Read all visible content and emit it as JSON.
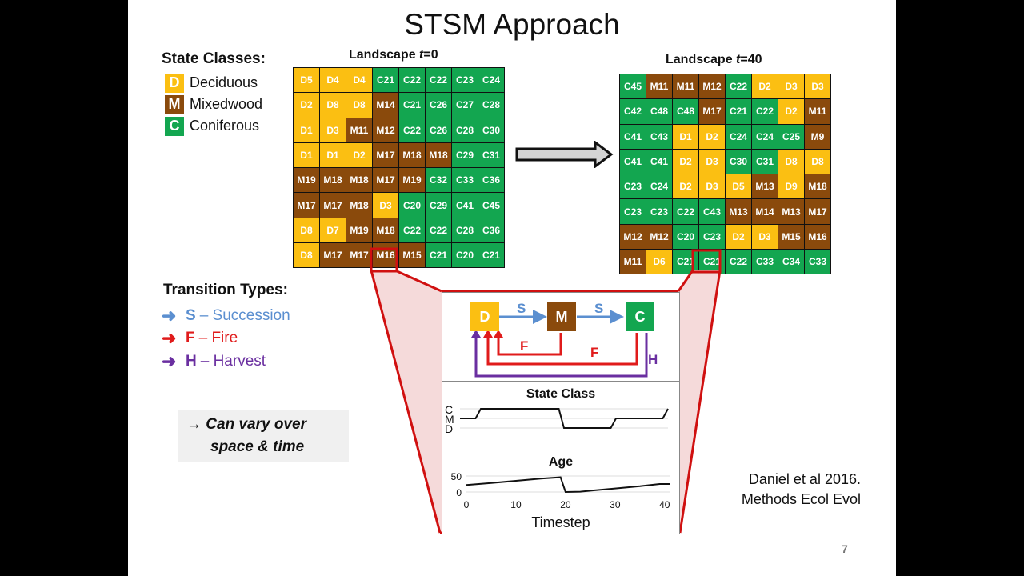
{
  "slide": {
    "title": "STSM Approach",
    "page_number": "7",
    "citation": [
      "Daniel et al 2016.",
      "Methods Ecol Evol"
    ]
  },
  "state_classes": {
    "heading": "State Classes:",
    "items": [
      {
        "code": "D",
        "label": "Deciduous",
        "color": "#fbbf12"
      },
      {
        "code": "M",
        "label": "Mixedwood",
        "color": "#8a4a0c"
      },
      {
        "code": "C",
        "label": "Coniferous",
        "color": "#13a650"
      }
    ]
  },
  "transition_types": {
    "heading": "Transition Types:",
    "items": [
      {
        "letter": "S",
        "label": "– Succession",
        "color": "#5b8fd0"
      },
      {
        "letter": "F",
        "label": "– Fire",
        "color": "#e01b1b"
      },
      {
        "letter": "H",
        "label": "– Harvest",
        "color": "#6a2fa0"
      }
    ]
  },
  "callout": {
    "line1": "→ Can vary over",
    "line2": "space & time"
  },
  "landscape_t0": {
    "label_prefix": "Landscape ",
    "label_var": "t",
    "label_suffix": "=0",
    "highlighted_cell": "M16",
    "rows": [
      [
        "D5",
        "D4",
        "D4",
        "C21",
        "C22",
        "C22",
        "C23",
        "C24"
      ],
      [
        "D2",
        "D8",
        "D8",
        "M14",
        "C21",
        "C26",
        "C27",
        "C28"
      ],
      [
        "D1",
        "D3",
        "M11",
        "M12",
        "C22",
        "C26",
        "C28",
        "C30"
      ],
      [
        "D1",
        "D1",
        "D2",
        "M17",
        "M18",
        "M18",
        "C29",
        "C31"
      ],
      [
        "M19",
        "M18",
        "M18",
        "M17",
        "M19",
        "C32",
        "C33",
        "C36"
      ],
      [
        "M17",
        "M17",
        "M18",
        "D3",
        "C20",
        "C29",
        "C41",
        "C45"
      ],
      [
        "D8",
        "D7",
        "M19",
        "M18",
        "C22",
        "C22",
        "C28",
        "C36"
      ],
      [
        "D8",
        "M17",
        "M17",
        "M16",
        "M15",
        "C21",
        "C20",
        "C21"
      ]
    ]
  },
  "landscape_t40": {
    "label_prefix": "Landscape ",
    "label_var": "t",
    "label_suffix": "=40",
    "highlighted_cell": "C21",
    "rows": [
      [
        "C45",
        "M11",
        "M11",
        "M12",
        "C22",
        "D2",
        "D3",
        "D3"
      ],
      [
        "C42",
        "C48",
        "C48",
        "M17",
        "C21",
        "C22",
        "D2",
        "M11"
      ],
      [
        "C41",
        "C43",
        "D1",
        "D2",
        "C24",
        "C24",
        "C25",
        "M9"
      ],
      [
        "C41",
        "C41",
        "D2",
        "D3",
        "C30",
        "C31",
        "D8",
        "D8"
      ],
      [
        "C23",
        "C24",
        "D2",
        "D3",
        "D5",
        "M13",
        "D9",
        "M18"
      ],
      [
        "C23",
        "C23",
        "C22",
        "C43",
        "M13",
        "M14",
        "M13",
        "M17"
      ],
      [
        "M12",
        "M12",
        "C20",
        "C23",
        "D2",
        "D3",
        "M15",
        "M16"
      ],
      [
        "M11",
        "D6",
        "C21",
        "C21",
        "C22",
        "C33",
        "C34",
        "C33"
      ]
    ]
  },
  "transition_diagram": {
    "nodes": [
      "D",
      "M",
      "C"
    ],
    "edges": [
      {
        "from": "D",
        "to": "M",
        "label": "S"
      },
      {
        "from": "M",
        "to": "C",
        "label": "S"
      },
      {
        "from": "M",
        "to": "D",
        "label": "F"
      },
      {
        "from": "C",
        "to": "D",
        "label": "F"
      },
      {
        "from": "C",
        "to": "D",
        "label": "H"
      }
    ]
  },
  "chart_data": [
    {
      "type": "line",
      "title": "State Class",
      "ylabel": "",
      "yticks": [
        "C",
        "M",
        "D"
      ],
      "x": [
        0,
        3,
        4,
        5,
        19,
        20,
        21,
        29,
        30,
        39,
        40
      ],
      "values": [
        "M",
        "M",
        "C",
        "C",
        "C",
        "D",
        "D",
        "D",
        "M",
        "M",
        "C"
      ],
      "xlim": [
        0,
        40
      ]
    },
    {
      "type": "line",
      "title": "Age",
      "xlabel": "Timestep",
      "ylabel": "",
      "yticks": [
        50,
        0
      ],
      "xticks": [
        0,
        10,
        20,
        30,
        40
      ],
      "x": [
        0,
        5,
        10,
        15,
        19,
        20,
        23,
        25,
        30,
        35,
        39,
        41
      ],
      "values": [
        22,
        28,
        35,
        42,
        46,
        0,
        1,
        4,
        11,
        18,
        25,
        25
      ],
      "ylim": [
        0,
        50
      ],
      "xlim": [
        0,
        41
      ]
    }
  ]
}
